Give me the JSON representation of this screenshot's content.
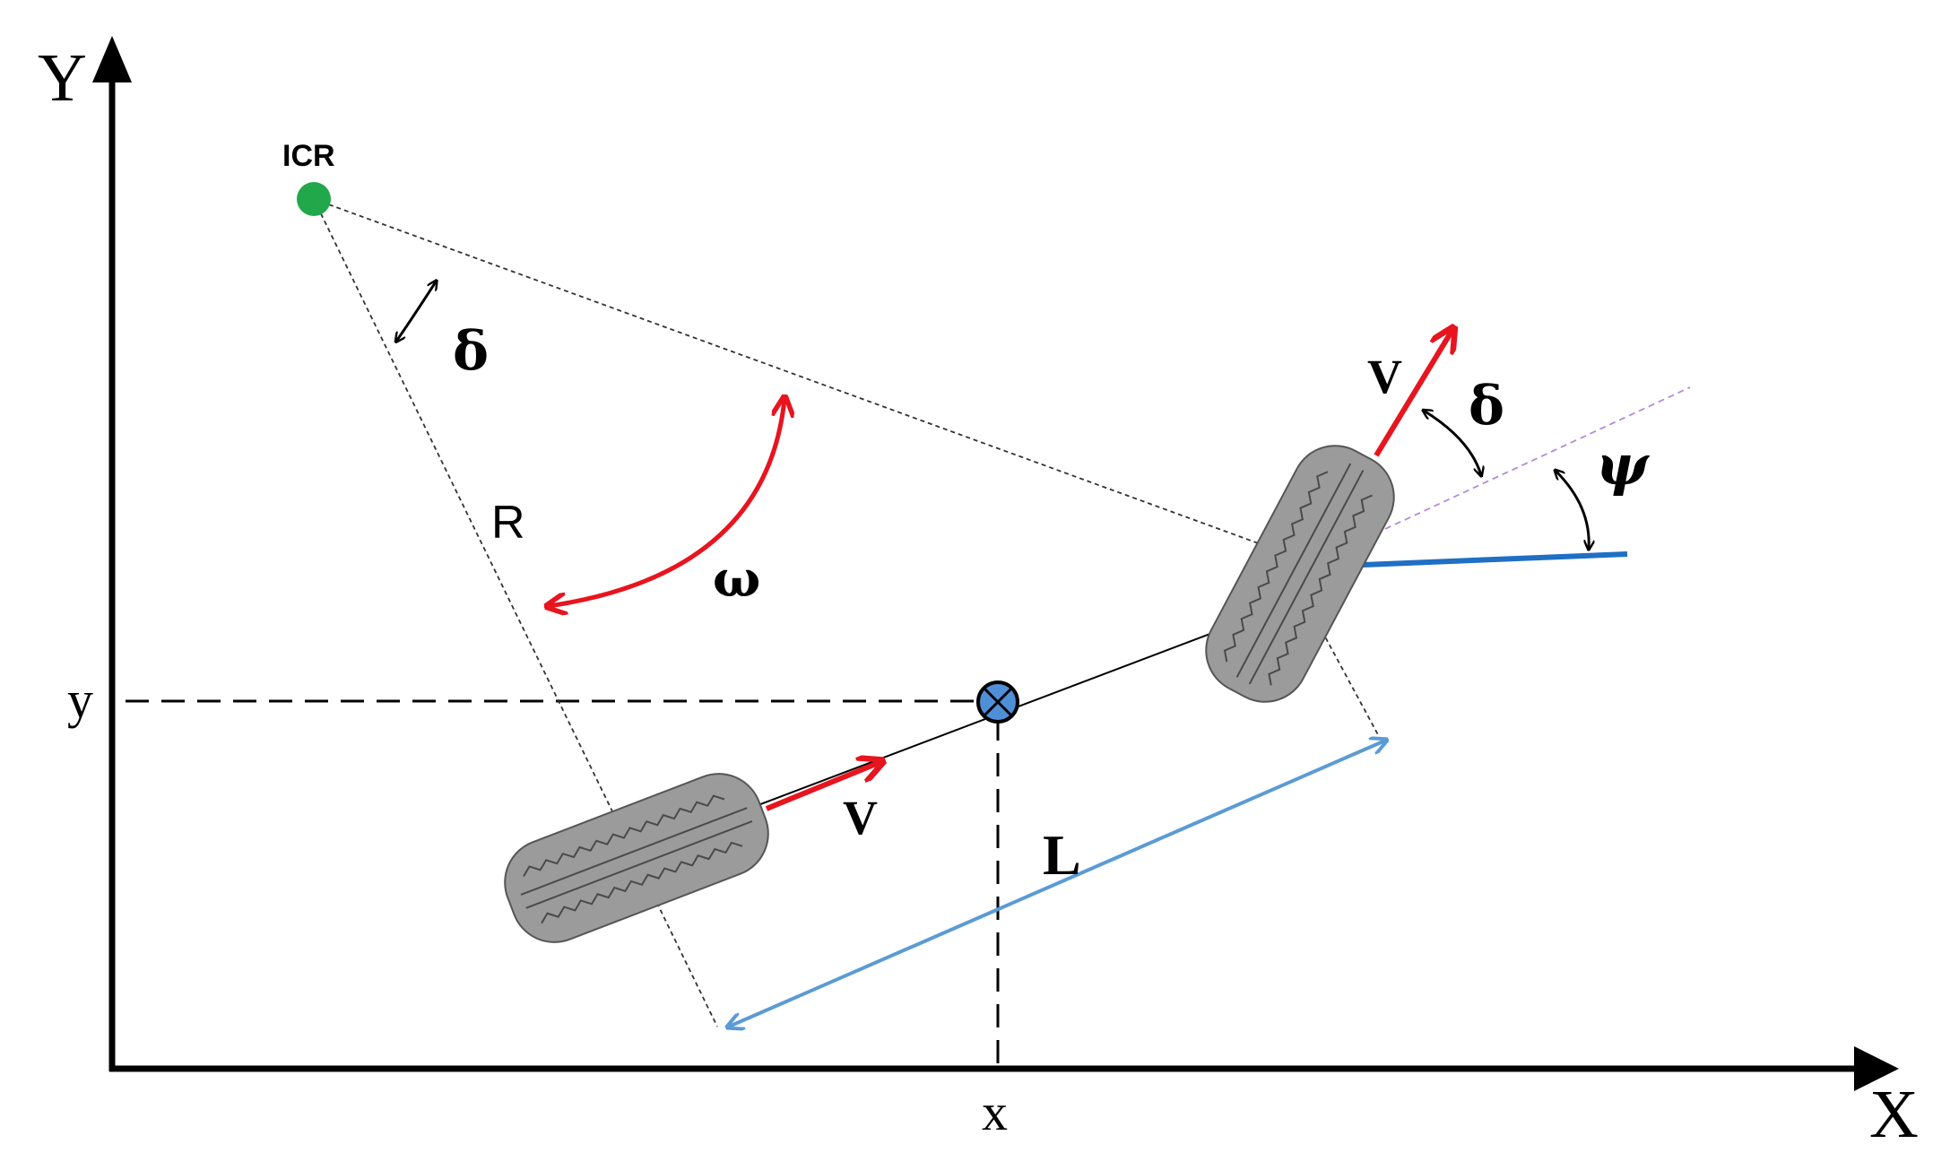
{
  "labels": {
    "axis_y": "Y",
    "axis_x": "X",
    "coord_y": "y",
    "coord_x": "x",
    "icr": "ICR",
    "delta_icr": "δ",
    "radius": "R",
    "omega": "ω",
    "velocity_front": "V",
    "delta_front": "δ",
    "psi": "ψ",
    "velocity_rear": "V",
    "wheelbase": "L"
  },
  "colors": {
    "axis": "#000000",
    "velocity_arrow": "#e8141e",
    "omega_arrow": "#e8141e",
    "wheelbase_arrow": "#5b9bd5",
    "heading_line": "#1f6fc4",
    "icr_point": "#21a84a",
    "center_marker": "#4f8fd8",
    "tire_fill": "#9b9b9b",
    "tire_tread": "#4a4a4a",
    "extension_line": "#b48ad8"
  },
  "icons": {
    "center_marker": "circled-x-icon",
    "tire": "tire-icon"
  }
}
